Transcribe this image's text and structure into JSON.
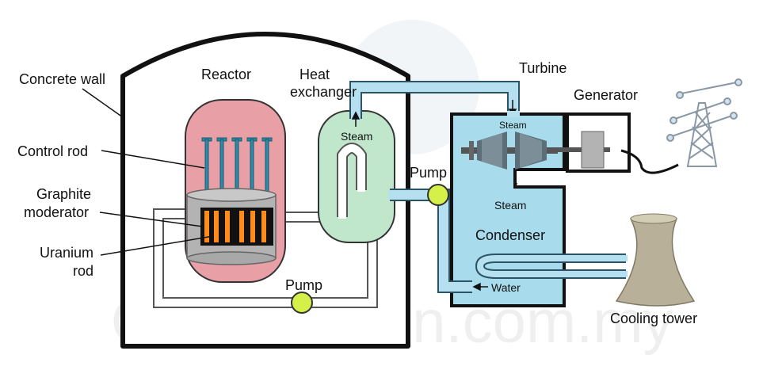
{
  "labels": {
    "concrete_wall": "Concrete wall",
    "control_rod": "Control rod",
    "graphite_1": "Graphite",
    "graphite_2": "moderator",
    "uranium_1": "Uranium",
    "uranium_2": "rod",
    "reactor": "Reactor",
    "heat_exchanger_1": "Heat",
    "heat_exchanger_2": "exchanger",
    "steam_hx": "Steam",
    "pump_primary": "Pump",
    "pump_secondary": "Pump",
    "turbine": "Turbine",
    "steam_turbine": "Steam",
    "generator": "Generator",
    "steam_condenser": "Steam",
    "condenser": "Condenser",
    "water": "Water",
    "cooling_tower": "Cooling tower"
  },
  "watermark": "Onlinetuition.com.my",
  "colors": {
    "reactor_fill": "#e8a0a6",
    "heat_exchanger_fill": "#c0e6cc",
    "condenser_fill": "#a8dcec",
    "pipe_fill": "#b6e0f0",
    "control_rod": "#2a8aa8",
    "uranium_rod": "#ff8c1a",
    "pump": "#d6f04a",
    "wall": "#111111"
  }
}
